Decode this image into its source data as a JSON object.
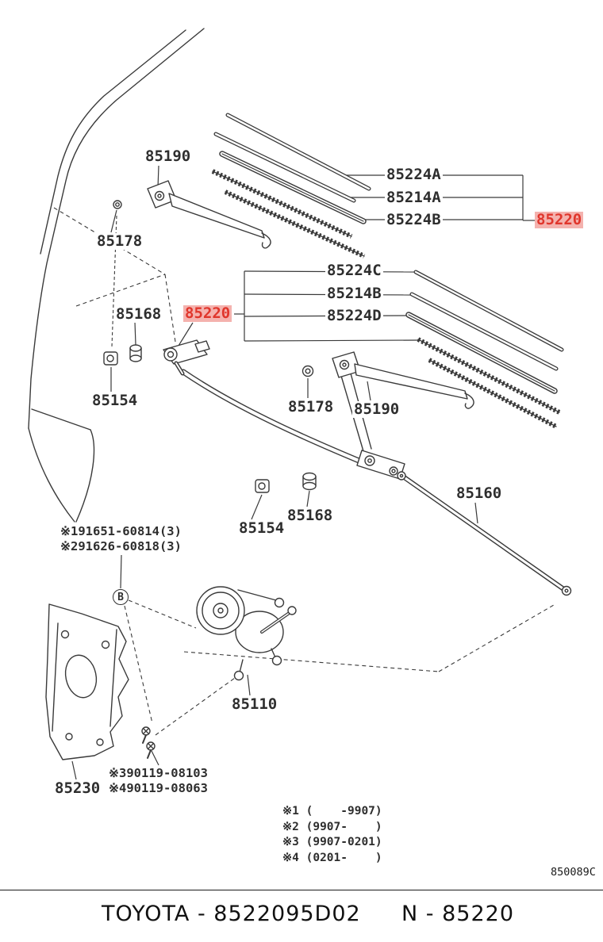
{
  "colors": {
    "highlight_bg": "#f4b2ae",
    "highlight_text": "#e0362c",
    "line": "#3a3a3a",
    "text": "#2e2e2e"
  },
  "part_labels": {
    "arm_top": "85190",
    "grommet_top": "85178",
    "blade_top_a": "85224A",
    "rubber_top": "85214A",
    "blade_top_b": "85224B",
    "assembly_top": "85220",
    "blade_bottom_c": "85224C",
    "rubber_bottom": "85214B",
    "blade_bottom_d": "85224D",
    "assembly_bottom": "85220",
    "collar_left": "85168",
    "grommet_left": "85154",
    "nut_middle": "85178",
    "arm_middle": "85190",
    "link_rod": "85160",
    "collar_middle": "85168",
    "grommet_middle": "85154",
    "motor": "85110",
    "cowl_panel": "85230"
  },
  "notes": {
    "screw_note_1": "※191651-60814(3)",
    "screw_note_2": "※291626-60818(3)",
    "bolt_note_3": "※390119-08103",
    "bolt_note_4": "※490119-08063",
    "detail_marker": "B",
    "diagram_code": "850089C"
  },
  "legend": {
    "items": [
      "※1 (    -9907)",
      "※2 (9907-    )",
      "※3 (9907-0201)",
      "※4 (0201-    )"
    ]
  },
  "footer": {
    "left": "TOYOTA - 8522095D02",
    "right": "N - 85220"
  }
}
